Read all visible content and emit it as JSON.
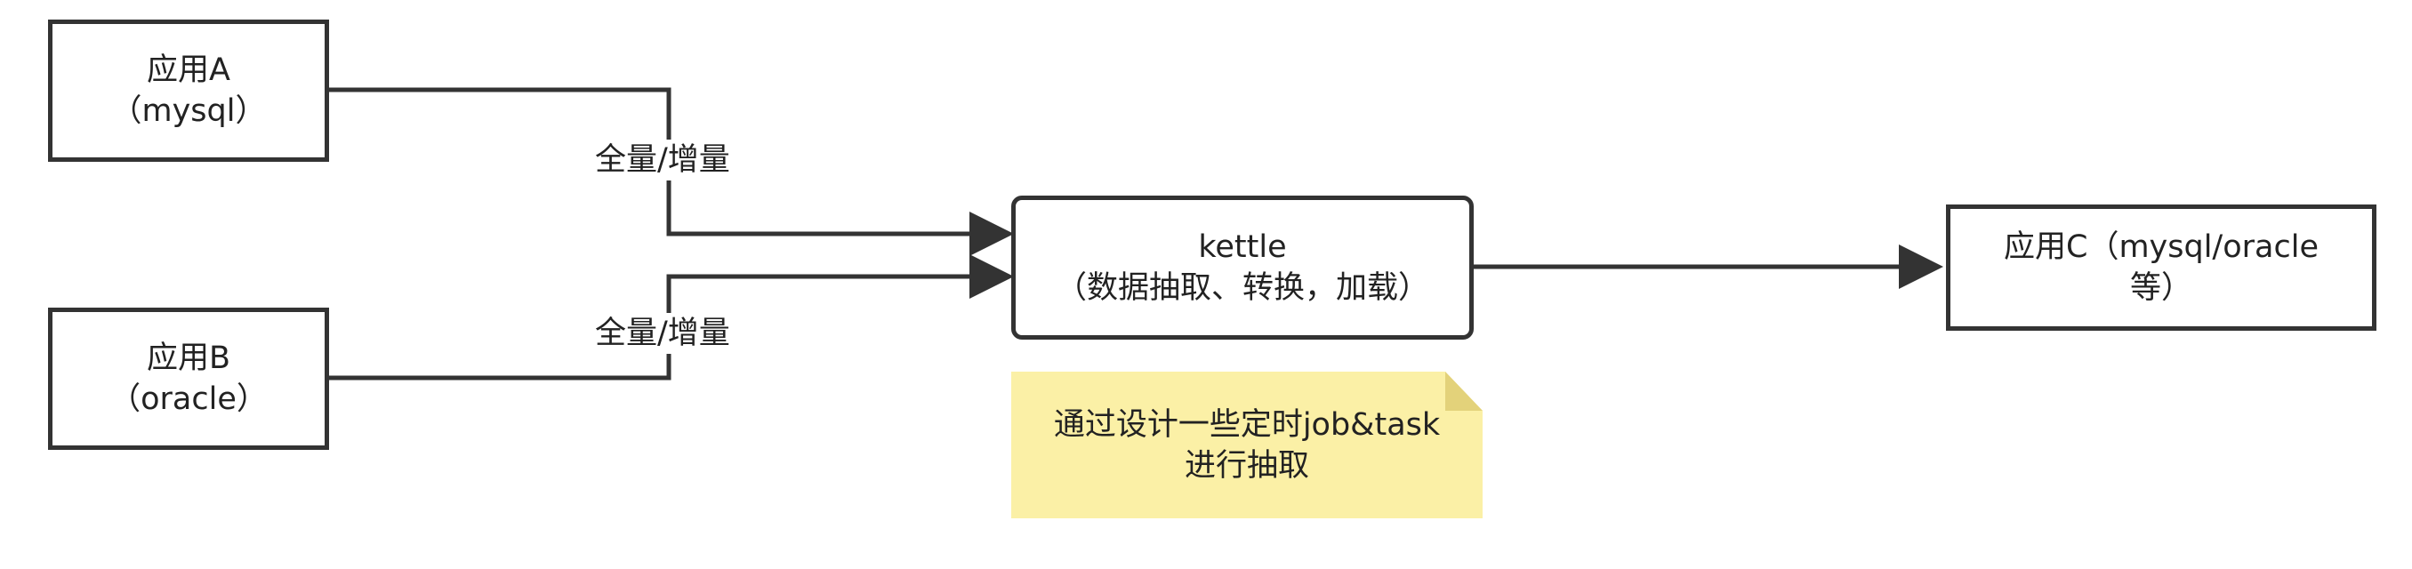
{
  "nodes": {
    "app_a": {
      "line1": "应用A",
      "line2": "（mysql）"
    },
    "app_b": {
      "line1": "应用B",
      "line2": "（oracle）"
    },
    "kettle": {
      "line1": "kettle",
      "line2": "（数据抽取、转换，加载）"
    },
    "app_c": {
      "line1": "应用C（mysql/oracle",
      "line2": "等）"
    }
  },
  "edges": {
    "a_to_kettle": {
      "label": "全量/增量"
    },
    "b_to_kettle": {
      "label": "全量/增量"
    }
  },
  "note": {
    "line1": "通过设计一些定时job&task",
    "line2": "进行抽取"
  },
  "colors": {
    "stroke": "#333333",
    "note_fill": "#fbf0a6",
    "note_fold": "#e3d27a"
  }
}
